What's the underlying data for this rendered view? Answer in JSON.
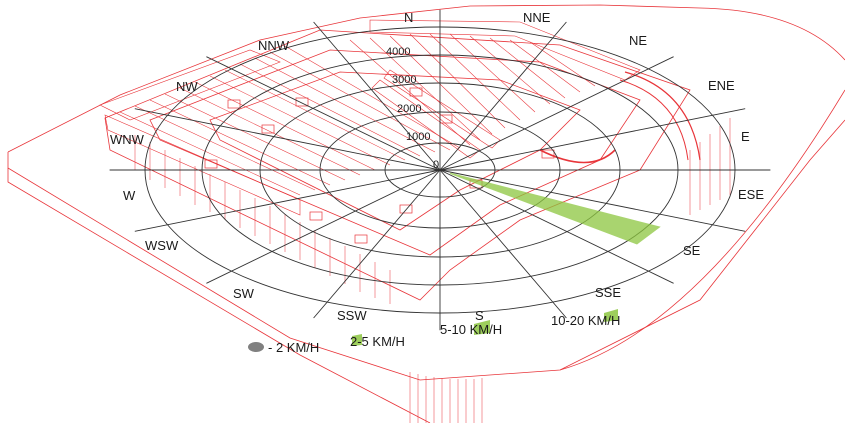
{
  "colors": {
    "building_lines": "#e8353a",
    "rose_lines": "#333333",
    "wind_fill": "#8cc63f",
    "legend_dot": "#808080",
    "background": "#ffffff"
  },
  "rose": {
    "directions": [
      {
        "key": "n",
        "label": "N"
      },
      {
        "key": "nne",
        "label": "NNE"
      },
      {
        "key": "ne",
        "label": "NE"
      },
      {
        "key": "ene",
        "label": "ENE"
      },
      {
        "key": "e",
        "label": "E"
      },
      {
        "key": "ese",
        "label": "ESE"
      },
      {
        "key": "se",
        "label": "SE"
      },
      {
        "key": "sse",
        "label": "SSE"
      },
      {
        "key": "s",
        "label": "S"
      },
      {
        "key": "ssw",
        "label": "SSW"
      },
      {
        "key": "sw",
        "label": "SW"
      },
      {
        "key": "wsw",
        "label": "WSW"
      },
      {
        "key": "w",
        "label": "W"
      },
      {
        "key": "wnw",
        "label": "WNW"
      },
      {
        "key": "nw",
        "label": "NW"
      },
      {
        "key": "nnw",
        "label": "NNW"
      }
    ],
    "range_labels": [
      "0",
      "1000",
      "2000",
      "3000",
      "4000"
    ],
    "wind_sector": {
      "direction": "SE",
      "speed_class": "10-20 KM/H"
    }
  },
  "legend": {
    "items": [
      {
        "label": "- 2 KM/H",
        "swatch": "dot"
      },
      {
        "label": "2-5 KM/H",
        "swatch": "small"
      },
      {
        "label": "5-10 KM/H",
        "swatch": "medium"
      },
      {
        "label": "10-20 KM/H",
        "swatch": "large"
      }
    ]
  }
}
